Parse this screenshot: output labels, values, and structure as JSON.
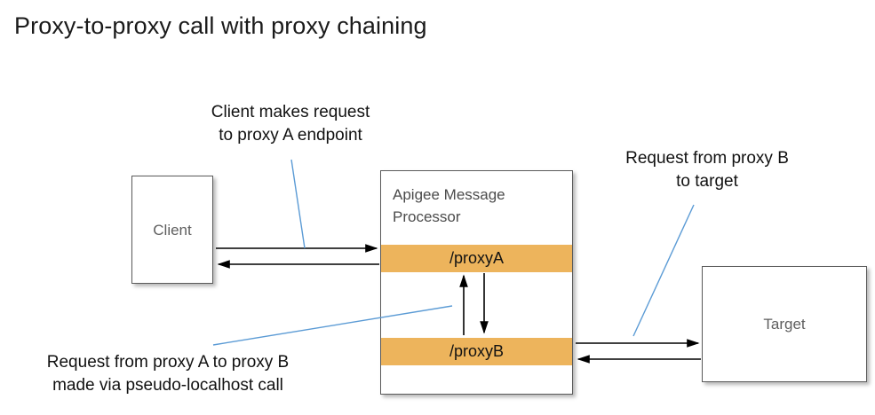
{
  "diagram": {
    "title": "Proxy-to-proxy call with proxy chaining",
    "colors": {
      "proxy_band": "#edb45c",
      "box_border": "#5a5a5a",
      "leader_line": "#5b9bd5",
      "arrow": "#000000",
      "node_text": "#5f5f5f"
    },
    "nodes": {
      "client": {
        "label": "Client"
      },
      "message_processor": {
        "label": "Apigee Message Processor",
        "label_line1": "Apigee Message",
        "label_line2": "Processor",
        "proxy_a": "/proxyA",
        "proxy_b": "/proxyB"
      },
      "target": {
        "label": "Target"
      }
    },
    "annotations": [
      {
        "id": "client-request",
        "line1": "Client makes request",
        "line2": "to proxy A endpoint"
      },
      {
        "id": "target-request",
        "line1": "Request from proxy B",
        "line2": "to target"
      },
      {
        "id": "chaining-request",
        "line1": "Request from proxy A to proxy B",
        "line2": "made via pseudo-localhost call"
      }
    ],
    "flows": [
      {
        "id": "client-to-proxya",
        "from": "Client",
        "to": "/proxyA",
        "direction": "right"
      },
      {
        "id": "proxya-to-client",
        "from": "/proxyA",
        "to": "Client",
        "direction": "left"
      },
      {
        "id": "proxya-to-proxyb",
        "from": "/proxyA",
        "to": "/proxyB",
        "direction": "down"
      },
      {
        "id": "proxyb-to-proxya",
        "from": "/proxyB",
        "to": "/proxyA",
        "direction": "up"
      },
      {
        "id": "proxyb-to-target",
        "from": "/proxyB",
        "to": "Target",
        "direction": "right"
      },
      {
        "id": "target-to-proxyb",
        "from": "Target",
        "to": "/proxyB",
        "direction": "left"
      }
    ]
  }
}
